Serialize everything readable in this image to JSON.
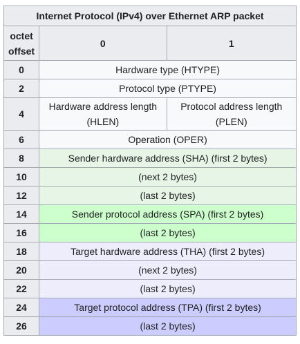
{
  "table": {
    "caption": "Internet Protocol (IPv4) over Ethernet ARP packet",
    "header": {
      "offset": "octet offset",
      "col0": "0",
      "col1": "1"
    },
    "rows": [
      {
        "offset": "0",
        "full": "Hardware type (HTYPE)"
      },
      {
        "offset": "2",
        "full": "Protocol type (PTYPE)"
      },
      {
        "offset": "4",
        "c0": "Hardware address length (HLEN)",
        "c1": "Protocol address length (PLEN)"
      },
      {
        "offset": "6",
        "full": "Operation (OPER)"
      },
      {
        "offset": "8",
        "full": "Sender hardware address (SHA) (first 2 bytes)"
      },
      {
        "offset": "10",
        "full": "(next 2 bytes)"
      },
      {
        "offset": "12",
        "full": "(last 2 bytes)"
      },
      {
        "offset": "14",
        "full": "Sender protocol address (SPA) (first 2 bytes)"
      },
      {
        "offset": "16",
        "full": "(last 2 bytes)"
      },
      {
        "offset": "18",
        "full": "Target hardware address (THA) (first 2 bytes)"
      },
      {
        "offset": "20",
        "full": "(next 2 bytes)"
      },
      {
        "offset": "22",
        "full": "(last 2 bytes)"
      },
      {
        "offset": "24",
        "full": "Target protocol address (TPA) (first 2 bytes)"
      },
      {
        "offset": "26",
        "full": "(last 2 bytes)"
      }
    ]
  },
  "colors": {
    "header_bg": "#eaecf0",
    "cell_bg": "#f8f9fa",
    "border": "#a2a9b1",
    "sha_bg": "#e7f5e7",
    "spa_bg": "#ccffcc",
    "tha_bg": "#ededfb",
    "tpa_bg": "#ccccff"
  }
}
